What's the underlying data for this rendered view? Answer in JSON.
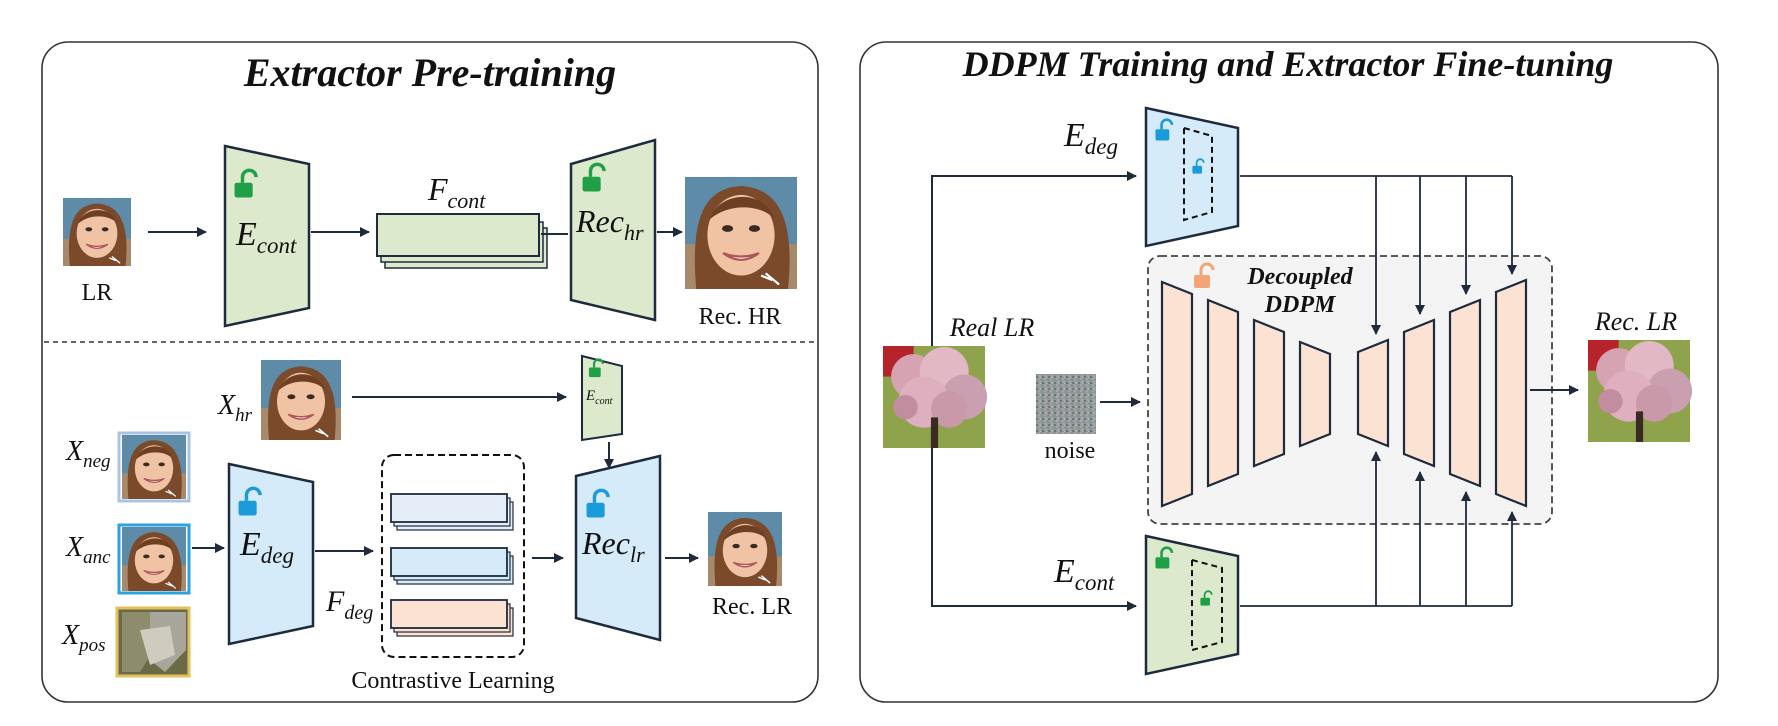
{
  "left_panel": {
    "title": "Extractor Pre-training",
    "top": {
      "input_label": "LR",
      "encoder": {
        "main": "E",
        "sub": "cont"
      },
      "feature": {
        "main": "F",
        "sub": "cont"
      },
      "reconstructor": {
        "main": "Rec",
        "sub": "hr"
      },
      "output_label": "Rec. HR"
    },
    "bottom": {
      "x_hr": {
        "main": "X",
        "sub": "hr"
      },
      "x_neg": {
        "main": "X",
        "sub": "neg"
      },
      "x_anc": {
        "main": "X",
        "sub": "anc"
      },
      "x_pos": {
        "main": "X",
        "sub": "pos"
      },
      "small_encoder": {
        "main": "E",
        "sub": "cont"
      },
      "encoder": {
        "main": "E",
        "sub": "deg"
      },
      "feature": {
        "main": "F",
        "sub": "deg"
      },
      "contrastive_label": "Contrastive Learning",
      "reconstructor": {
        "main": "Rec",
        "sub": "lr"
      },
      "output_label": "Rec. LR"
    }
  },
  "right_panel": {
    "title": "DDPM Training and Extractor Fine-tuning",
    "e_deg": {
      "main": "E",
      "sub": "deg"
    },
    "e_cont": {
      "main": "E",
      "sub": "cont"
    },
    "input_label": "Real LR",
    "noise_label": "noise",
    "ddpm_label_line1": "Decoupled",
    "ddpm_label_line2": "DDPM",
    "output_label": "Rec. LR"
  },
  "colors": {
    "green_fill": "#dce9cd",
    "blue_fill": "#d6ebf9",
    "peach_fill": "#fbe2d2",
    "lock_green": "#1fa046",
    "lock_blue": "#1b9bd9",
    "lock_orange": "#f2a677",
    "panel_stroke": "#333333",
    "arrow": "#1f2a3d"
  },
  "icons": [
    "unlock-icon",
    "face-thumbnail",
    "noise-thumbnail",
    "cherry-blossom-thumbnail"
  ]
}
